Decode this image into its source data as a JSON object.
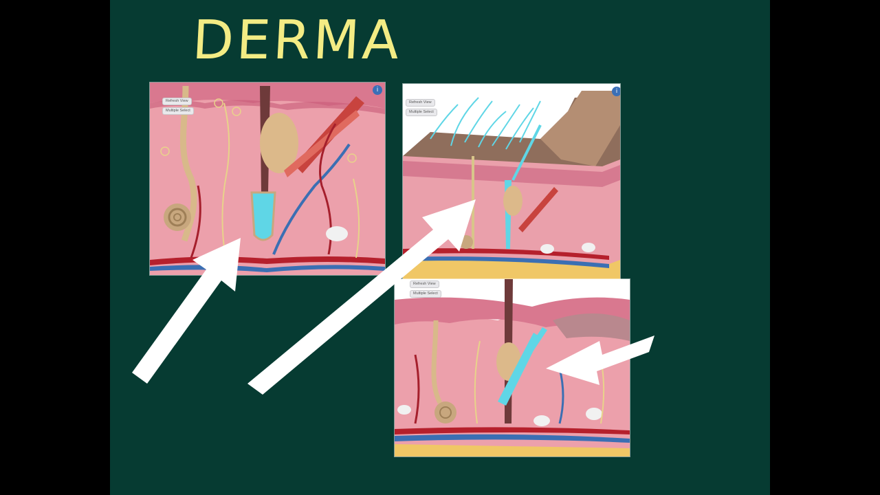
{
  "title": "DERMA",
  "panels": [
    {
      "refresh_label": "Refresh View",
      "multi_label": "Multiple Select",
      "info_icon": "i"
    },
    {
      "refresh_label": "Refresh View",
      "multi_label": "Multiple Select",
      "info_icon": "i"
    },
    {
      "refresh_label": "Refresh View",
      "multi_label": "Multiple Select"
    }
  ],
  "colors": {
    "background": "#063b32",
    "title": "#f3ec84",
    "skin": "#e89aa6",
    "highlight": "#5fd6e6",
    "arrow": "#ffffff"
  }
}
